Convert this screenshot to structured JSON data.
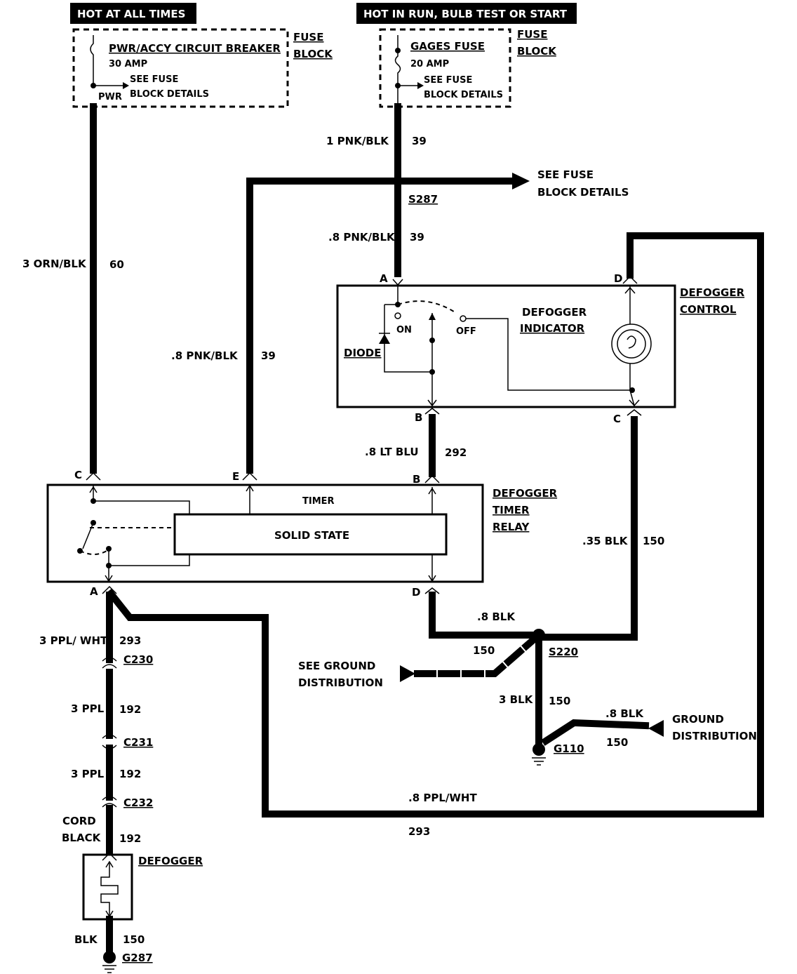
{
  "headers": {
    "hot_at_all_times": "HOT AT ALL TIMES",
    "hot_in_run": "HOT IN RUN, BULB TEST OR START"
  },
  "fuse_block_left": {
    "name": "PWR/ACCY CIRCUIT BREAKER",
    "rating": "30 AMP",
    "see1": "SEE FUSE",
    "see2": "BLOCK DETAILS",
    "pwr": "PWR",
    "fb1": "FUSE",
    "fb2": "BLOCK"
  },
  "fuse_block_right": {
    "name": "GAGES FUSE",
    "rating": "20 AMP",
    "see1": "SEE FUSE",
    "see2": "BLOCK DETAILS",
    "fb1": "FUSE",
    "fb2": "BLOCK"
  },
  "wires": {
    "w1_pnk_blk": "1 PNK/BLK",
    "w1_num": "39",
    "see_fuse_1": "SEE FUSE",
    "see_fuse_2": "BLOCK DETAILS",
    "s287": "S287",
    "w08_pnk_blk_a": ".8 PNK/BLK",
    "w08_num_a": "39",
    "w3_orn_blk": "3 ORN/BLK",
    "w3_num": "60",
    "w08_pnk_blk_b": ".8 PNK/BLK",
    "w08_num_b": "39",
    "lt_blu": ".8 LT BLU",
    "lt_blu_num": "292",
    "blk_035": ".35 BLK",
    "blk_035_num": "150",
    "blk_08": ".8 BLK",
    "num_150_a": "150",
    "s220": "S220",
    "ground_dist_1": "SEE GROUND",
    "ground_dist_2": "DISTRIBUTION",
    "blk_3": "3 BLK",
    "blk_3_num": "150",
    "blk_08_b": ".8 BLK",
    "num_150_b": "150",
    "ground_dist_r1": "GROUND",
    "ground_dist_r2": "DISTRIBUTION",
    "g110": "G110",
    "ppl_wht_08": ".8 PPL/WHT",
    "ppl_wht_num": "293",
    "ppl_wht_3": "3 PPL/ WHT",
    "ppl_wht_3_num": "293",
    "c230": "C230",
    "ppl_3_a": "3 PPL",
    "ppl_3_a_num": "192",
    "c231": "C231",
    "ppl_3_b": "3 PPL",
    "ppl_3_b_num": "192",
    "c232": "C232",
    "cord": "CORD",
    "black": "BLACK",
    "cord_num": "192",
    "blk": "BLK",
    "blk_num": "150",
    "g287": "G287"
  },
  "defogger_control": {
    "title1": "DEFOGGER",
    "title2": "CONTROL",
    "indicator1": "DEFOGGER",
    "indicator2": "INDICATOR",
    "diode": "DIODE",
    "on": "ON",
    "off": "OFF",
    "pin_a": "A",
    "pin_b": "B",
    "pin_c": "C",
    "pin_d": "D"
  },
  "timer_relay": {
    "title1": "DEFOGGER",
    "title2": "TIMER",
    "title3": "RELAY",
    "timer": "TIMER",
    "solid_state": "SOLID STATE",
    "pin_c": "C",
    "pin_e": "E",
    "pin_b": "B",
    "pin_a": "A",
    "pin_d": "D"
  },
  "defogger": {
    "label": "DEFOGGER"
  }
}
